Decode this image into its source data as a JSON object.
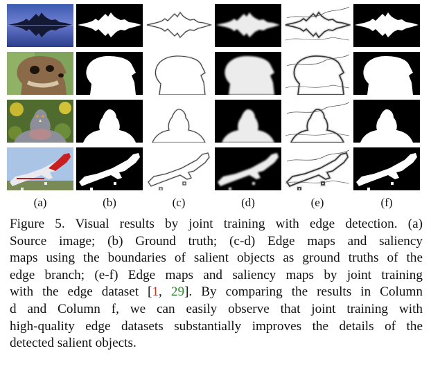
{
  "figure": {
    "columns": [
      {
        "key": "a",
        "label": "(a)",
        "kind": "source"
      },
      {
        "key": "b",
        "label": "(b)",
        "kind": "ground-truth"
      },
      {
        "key": "c",
        "label": "(c)",
        "kind": "edge-map"
      },
      {
        "key": "d",
        "label": "(d)",
        "kind": "saliency-map"
      },
      {
        "key": "e",
        "label": "(e)",
        "kind": "edge-map"
      },
      {
        "key": "f",
        "label": "(f)",
        "kind": "saliency-map"
      }
    ],
    "rows": [
      "lake-island",
      "meerkat",
      "pigeon",
      "airplane"
    ]
  },
  "caption": {
    "lines": [
      "Figure 5. Visual results by joint training with edge detection. (a)",
      "Source image; (b) Ground truth; (c-d) Edge maps and saliency",
      "maps using the boundaries of salient objects as ground truths of the",
      "edge branch; (e-f) Edge maps and saliency maps by joint training",
      "with the edge dataset [",
      "1",
      ", ",
      "29",
      "]. By comparing the results in Column",
      "d and Column f, we can easily observe that joint training with",
      "high-quality edge datasets substantially improves the details of the",
      "detected salient objects."
    ]
  }
}
